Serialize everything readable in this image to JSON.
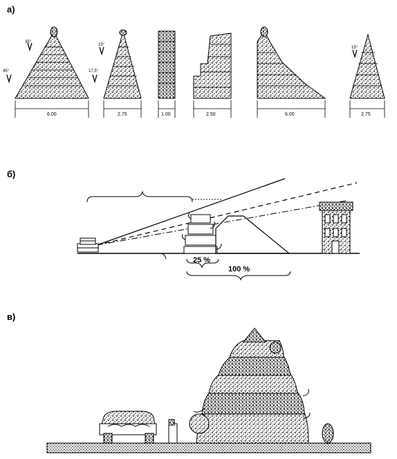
{
  "panels": {
    "a": {
      "label": "а)"
    },
    "b": {
      "label": "б)"
    },
    "v": {
      "label": "в)"
    }
  },
  "panel_a": {
    "widths": [
      "6.00",
      "2.75",
      "1.00",
      "2.50",
      "6.00",
      "2.75"
    ],
    "angles": [
      "35°",
      "15°",
      "17,5°",
      "45°",
      "15°"
    ]
  },
  "panel_b": {
    "percent_low": "25 %",
    "percent_high": "100 %"
  }
}
